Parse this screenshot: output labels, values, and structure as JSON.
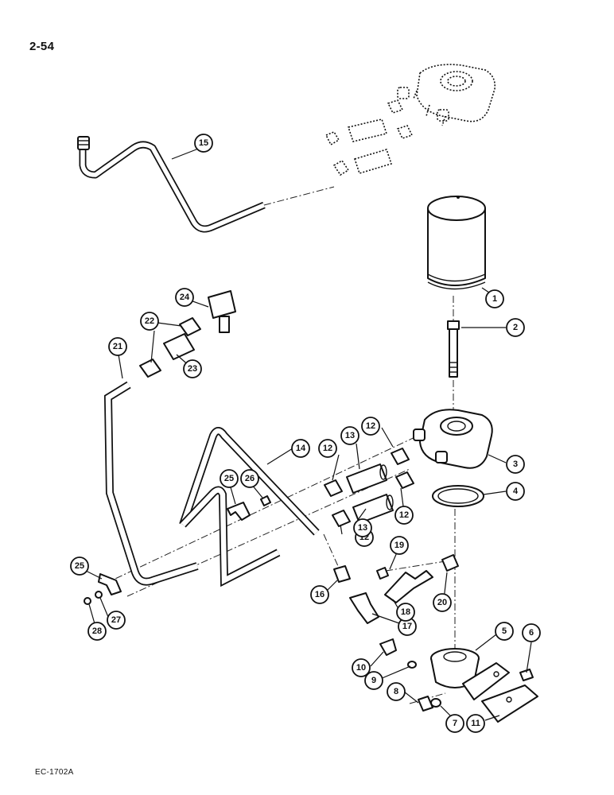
{
  "page_number": "2-54",
  "footer_code": "EC-1702A",
  "callouts": [
    "1",
    "2",
    "3",
    "4",
    "5",
    "6",
    "7",
    "8",
    "9",
    "10",
    "11",
    "12",
    "12",
    "12",
    "12",
    "13",
    "13",
    "14",
    "15",
    "16",
    "17",
    "18",
    "19",
    "20",
    "21",
    "22",
    "23",
    "24",
    "25",
    "25",
    "26",
    "27",
    "28"
  ]
}
